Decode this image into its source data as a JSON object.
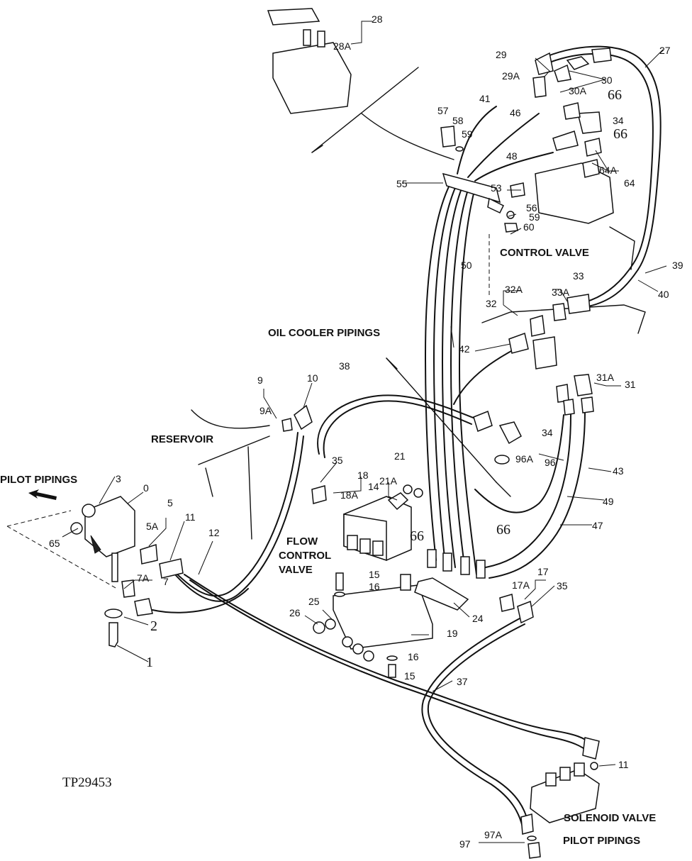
{
  "figure_id": "TP29453",
  "section_labels": {
    "pilot_pipings_left": "PILOT PIPINGS",
    "reservoir": "RESERVOIR",
    "oil_cooler_pipings": "OIL COOLER PIPINGS",
    "control_valve": "CONTROL VALVE",
    "flow_control_1": "FLOW",
    "flow_control_2": "CONTROL",
    "flow_control_3": "VALVE",
    "solenoid_valve": "SOLENOID VALVE",
    "pilot_pipings_bottom": "PILOT PIPINGS"
  },
  "callouts": {
    "c0": "0",
    "c1": "1",
    "c2": "2",
    "c3": "3",
    "c5": "5",
    "c5a": "5A",
    "c7": "7",
    "c7a": "7A",
    "c9": "9",
    "c9a": "9A",
    "c10": "10",
    "c11a": "11",
    "c11b": "11",
    "c12": "12",
    "c14": "14",
    "c15a": "15",
    "c15b": "15",
    "c16a": "16",
    "c16b": "16",
    "c17": "17",
    "c17a": "17A",
    "c18": "18",
    "c18a": "18A",
    "c19": "19",
    "c21": "21",
    "c21a": "21A",
    "c24": "24",
    "c25": "25",
    "c26": "26",
    "c27": "27",
    "c28": "28",
    "c28a": "28A",
    "c29": "29",
    "c29a": "29A",
    "c30": "30",
    "c30a": "30A",
    "c31": "31",
    "c31a": "31A",
    "c32": "32",
    "c32a": "32A",
    "c33": "33",
    "c33a": "33A",
    "c34a": "34",
    "c34b": "34",
    "c35a": "35",
    "c35b": "35",
    "c37": "37",
    "c38": "38",
    "c39": "39",
    "c40": "40",
    "c41": "41",
    "c42": "42",
    "c43": "43",
    "c46": "46",
    "c47": "47",
    "c48": "48",
    "c49": "49",
    "c50": "50",
    "c53": "53",
    "c55": "55",
    "c56": "56",
    "c57": "57",
    "c58": "58",
    "c59a": "59",
    "c59b": "59",
    "c60": "60",
    "c64": "64",
    "c64a": "64A",
    "c65": "65",
    "c66a": "66",
    "c66b": "66",
    "c66c": "66",
    "c66d": "66",
    "c96": "96",
    "c96a": "96A",
    "c97": "97",
    "c97a": "97A"
  }
}
